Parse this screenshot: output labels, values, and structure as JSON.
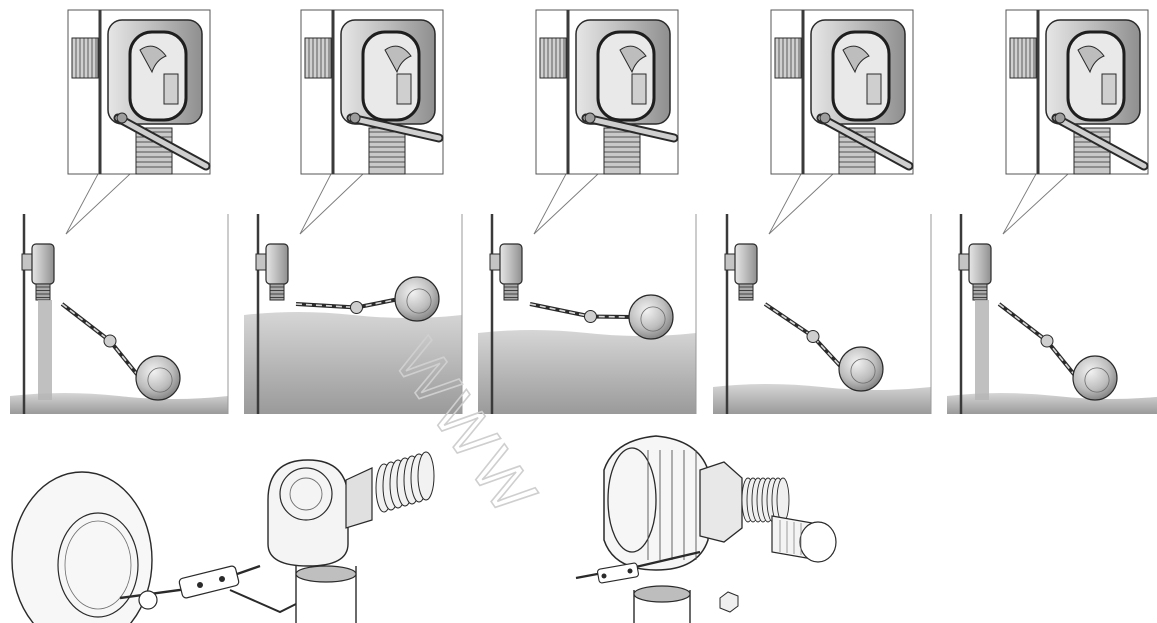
{
  "figure": {
    "panel_count": 5,
    "colors": {
      "line": "#2a2a2a",
      "wall": "#3a3a3a",
      "water_top": "#d6d6d6",
      "water_bottom": "#9a9a9a",
      "ball": "#bdbdbd",
      "valve_body": "#c4c4c4",
      "paper": "#ffffff"
    }
  },
  "panels": [
    {
      "stage": 1,
      "water_level_fraction": 0.1,
      "inflow_visible": true,
      "valve_state": "open"
    },
    {
      "stage": 2,
      "water_level_fraction": 0.55,
      "inflow_visible": false,
      "valve_state": "closed"
    },
    {
      "stage": 3,
      "water_level_fraction": 0.45,
      "inflow_visible": false,
      "valve_state": "closed"
    },
    {
      "stage": 4,
      "water_level_fraction": 0.15,
      "inflow_visible": false,
      "valve_state": "opening"
    },
    {
      "stage": 5,
      "water_level_fraction": 0.1,
      "inflow_visible": true,
      "valve_state": "open"
    }
  ],
  "assembly_views": [
    {
      "name": "float-arm-assembly",
      "parts": [
        "float-ball",
        "linkage-arm",
        "valve-body"
      ]
    },
    {
      "name": "valve-inlet-assembly",
      "parts": [
        "valve-body",
        "inlet-thread",
        "strainer",
        "nut"
      ]
    }
  ],
  "watermark": {
    "text": "WWW",
    "kind": "watermark"
  }
}
